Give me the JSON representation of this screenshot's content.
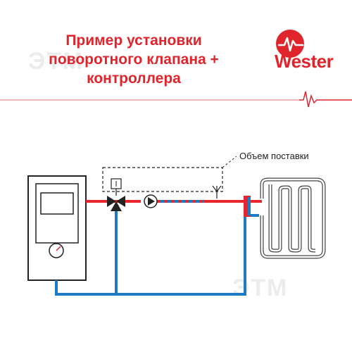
{
  "title": {
    "line1": "Пример установки",
    "line2": "поворотного клапана +",
    "line3": "контроллера"
  },
  "brand": {
    "name": "Wester"
  },
  "watermark": {
    "text": "ЭТМ"
  },
  "diagram": {
    "scope_label": "Объем поставки"
  },
  "colors": {
    "accent_red": "#e0242c",
    "supply_red": "#e8242c",
    "return_blue": "#1f7bc1",
    "outline": "#222222"
  }
}
